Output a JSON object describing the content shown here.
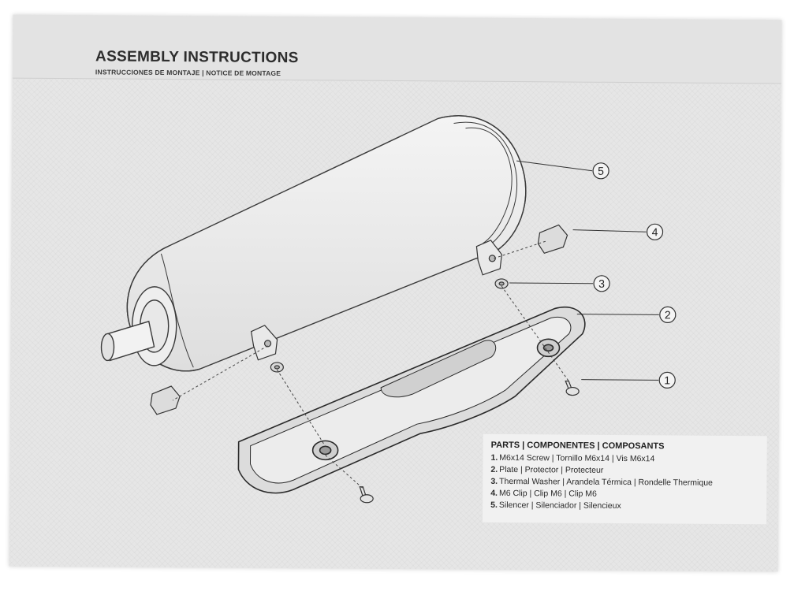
{
  "document": {
    "title": "ASSEMBLY INSTRUCTIONS",
    "subtitle": "INSTRUCCIONES DE MONTAJE  | NOTICE DE MONTAGE"
  },
  "callouts": [
    "5",
    "4",
    "3",
    "2",
    "1"
  ],
  "parts": {
    "heading": "PARTS | COMPONENTES | COMPOSANTS",
    "items": [
      {
        "num": "1.",
        "text": "M6x14 Screw | Tornillo M6x14 | Vis M6x14"
      },
      {
        "num": "2.",
        "text": "Plate | Protector | Protecteur"
      },
      {
        "num": "3.",
        "text": "Thermal Washer | Arandela Térmica | Rondelle Thermique"
      },
      {
        "num": "4.",
        "text": "M6 Clip | Clip M6 | Clip M6"
      },
      {
        "num": "5.",
        "text": "Silencer | Silenciador | Silencieux"
      }
    ]
  }
}
